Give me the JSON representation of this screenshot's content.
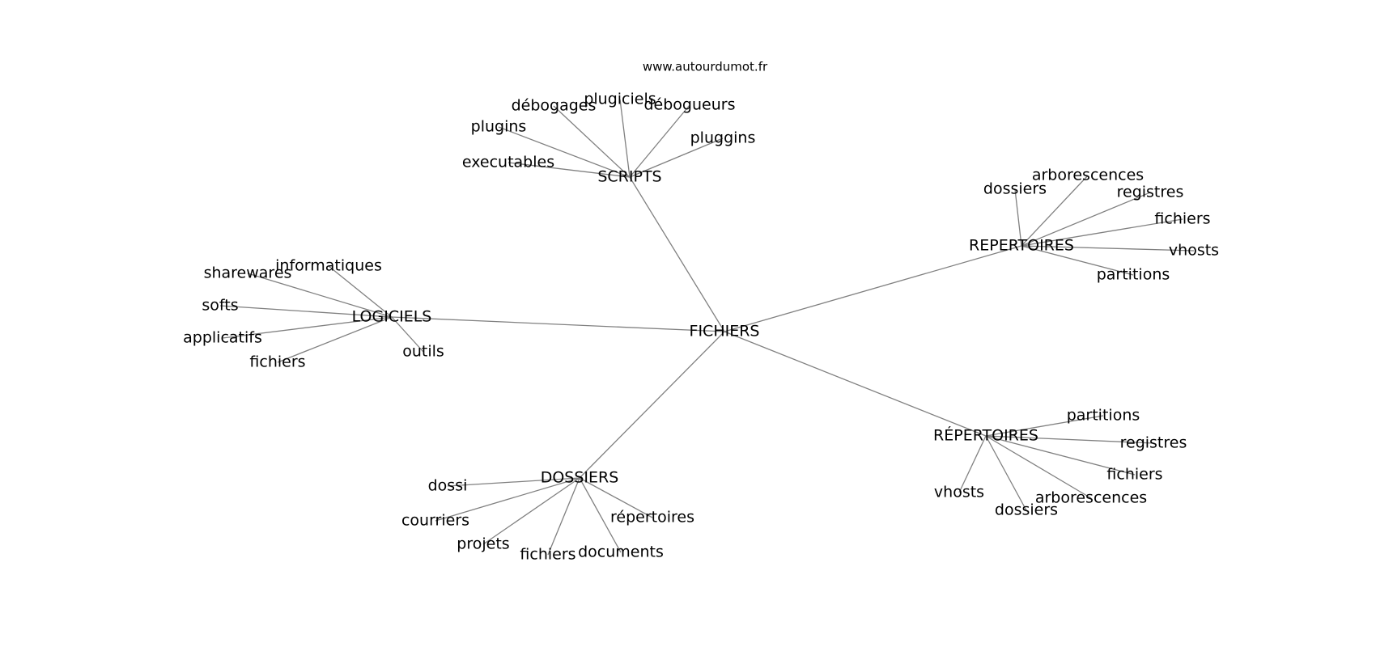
{
  "watermark": "www.autourdumot.fr",
  "graph": {
    "root": "FICHIERS",
    "groups": [
      {
        "hub": "SCRIPTS",
        "leaves": [
          "débogages",
          "plugiciels",
          "débogueurs",
          "plugins",
          "pluggins",
          "executables"
        ]
      },
      {
        "hub": "REPERTOIRES",
        "leaves": [
          "arborescences",
          "dossiers",
          "registres",
          "fichiers",
          "vhosts",
          "partitions"
        ]
      },
      {
        "hub": "LOGICIELS",
        "leaves": [
          "informatiques",
          "sharewares",
          "softs",
          "applicatifs",
          "fichiers",
          "outils"
        ]
      },
      {
        "hub": "DOSSIERS",
        "leaves": [
          "dossi",
          "courriers",
          "projets",
          "fichiers",
          "documents",
          "répertoires"
        ]
      },
      {
        "hub": "RÉPERTOIRES",
        "leaves": [
          "partitions",
          "registres",
          "fichiers",
          "arborescences",
          "dossiers",
          "vhosts"
        ]
      }
    ]
  }
}
